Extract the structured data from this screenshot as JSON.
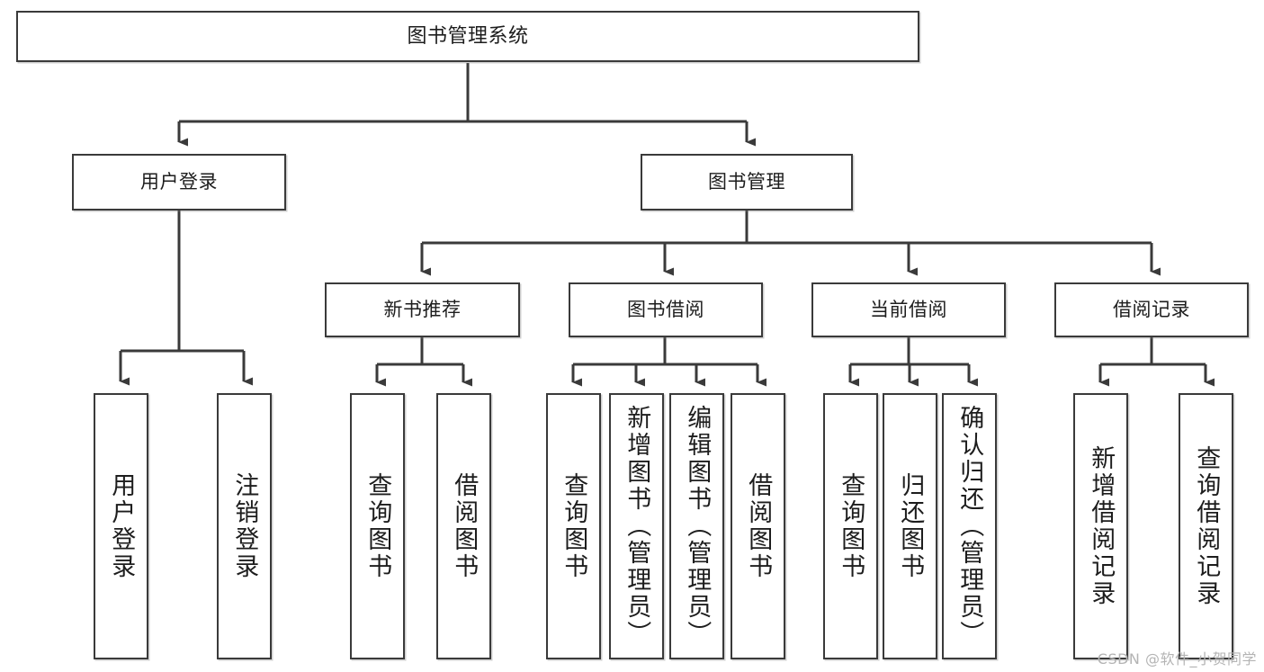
{
  "diagram": {
    "title": "图书管理系统",
    "type": "tree-hierarchy-chart",
    "watermark": "CSDN @软件_小贺同学",
    "line_color": "#3a3a3a",
    "box_fill": "#ffffff",
    "text_color": "#1d1d1d"
  },
  "nodes": {
    "root": {
      "label": "图书管理系统"
    },
    "level2": [
      {
        "id": "user-login",
        "label": "用户登录"
      },
      {
        "id": "book-manage",
        "label": "图书管理"
      }
    ],
    "level3": [
      {
        "id": "new-book-recommend",
        "label": "新书推荐"
      },
      {
        "id": "book-borrow",
        "label": "图书借阅"
      },
      {
        "id": "current-borrow",
        "label": "当前借阅"
      },
      {
        "id": "borrow-record",
        "label": "借阅记录"
      }
    ],
    "leaves": {
      "user_login": [
        {
          "id": "leaf-user-login",
          "label": "用户登录"
        },
        {
          "id": "leaf-logout-login",
          "label": "注销登录"
        }
      ],
      "new_book_recommend": [
        {
          "id": "leaf-query-book-1",
          "label": "查询图书"
        },
        {
          "id": "leaf-borrow-book-1",
          "label": "借阅图书"
        }
      ],
      "book_borrow": [
        {
          "id": "leaf-query-book-2",
          "label": "查询图书"
        },
        {
          "id": "leaf-add-book",
          "label": "新增图书（管理员）"
        },
        {
          "id": "leaf-edit-book",
          "label": "编辑图书（管理员）"
        },
        {
          "id": "leaf-borrow-book-2",
          "label": "借阅图书"
        }
      ],
      "current_borrow": [
        {
          "id": "leaf-query-book-3",
          "label": "查询图书"
        },
        {
          "id": "leaf-return-book",
          "label": "归还图书"
        },
        {
          "id": "leaf-confirm-return",
          "label": "确认归还（管理员）"
        }
      ],
      "borrow_record": [
        {
          "id": "leaf-add-record",
          "label": "新增借阅记录"
        },
        {
          "id": "leaf-query-record",
          "label": "查询借阅记录"
        }
      ]
    }
  }
}
